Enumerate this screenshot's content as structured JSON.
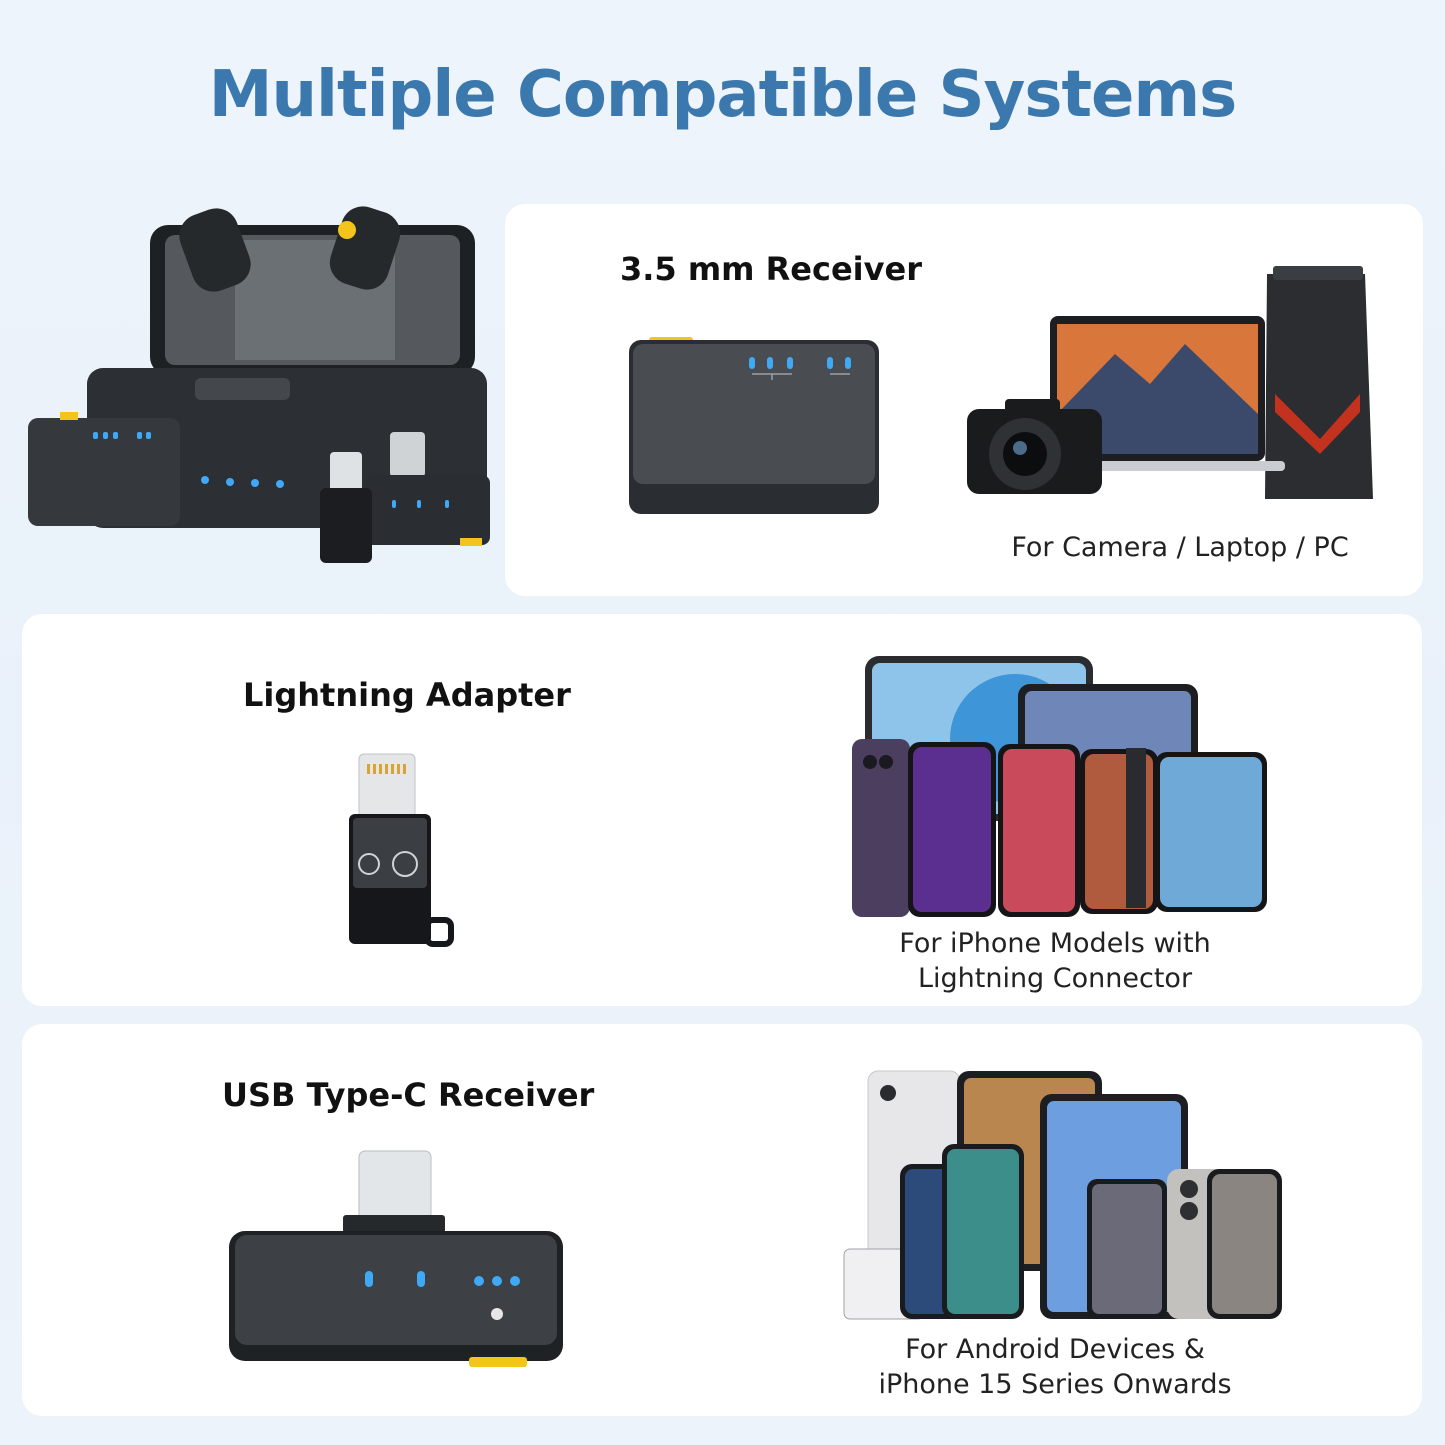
{
  "title": "Multiple Compatible Systems",
  "sections": [
    {
      "heading": "3.5 mm Receiver",
      "caption_lines": [
        "For Camera / Laptop / PC"
      ]
    },
    {
      "heading": "Lightning Adapter",
      "caption_lines": [
        "For iPhone Models with",
        "Lightning Connector"
      ]
    },
    {
      "heading": "USB Type-C Receiver",
      "caption_lines": [
        "For Android Devices &",
        "iPhone 15 Series Onwards"
      ]
    }
  ],
  "colors": {
    "title": "#3a78ad",
    "device_body": "#2f3236",
    "led": "#3fa9f5",
    "accent_yellow": "#f3c51b"
  }
}
